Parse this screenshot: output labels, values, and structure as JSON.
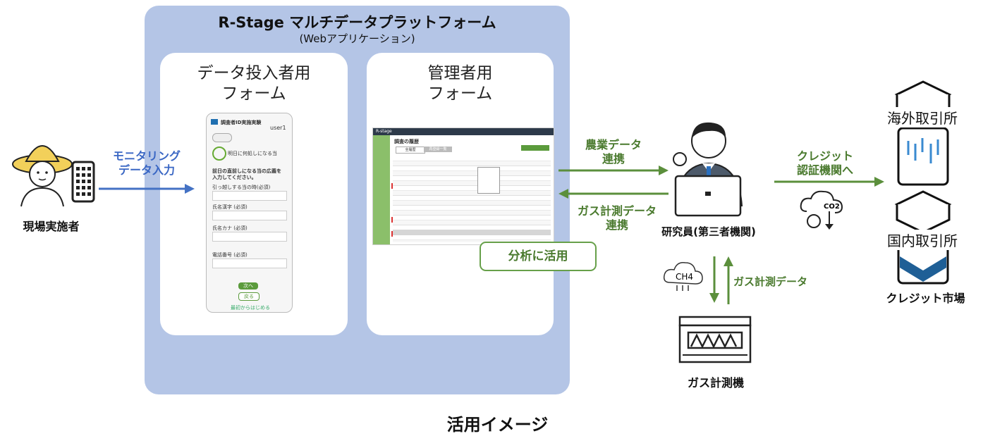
{
  "platform": {
    "title": "R-Stage マルチデータプラットフォーム",
    "subtitle": "(Webアプリケーション)"
  },
  "forms": {
    "input_form": "データ投入者用\nフォーム",
    "admin_form": "管理者用\nフォーム"
  },
  "actors": {
    "field_worker": "現場実施者",
    "researcher": "研究員(第三者機関)",
    "gas_meter": "ガス計測機",
    "market": "クレジット市場"
  },
  "flows": {
    "monitoring_input": "モニタリング\nデータ入力",
    "agri_data": "農業データ\n連携",
    "gas_data_link": "ガス計測データ\n連携",
    "credit_cert": "クレジット\n認証機関へ",
    "gas_data": "ガス計測データ"
  },
  "callout": "分析に活用",
  "exchanges": {
    "overseas": "海外取引所",
    "domestic": "国内取引所"
  },
  "icons": {
    "co2": "CO2",
    "ch4": "CH4"
  },
  "caption": "活用イメージ",
  "phone_screen": {
    "header": "調査者ID実施実験",
    "user": "user1",
    "step_label": "明日に何処しになる当",
    "question": "前日の直前しになる当の広義を入力してください。",
    "field1": "引っ越しする当の時(必須)",
    "field2": "氏名漢字 (必須)",
    "field3": "氏名カナ (必須)",
    "field4": "電話番号 (必須)",
    "btn_next": "次へ",
    "btn_back": "戻る",
    "link": "最初からはじめる"
  },
  "admin_screen": {
    "brand": "R-stage",
    "page_title": "調査の履歴",
    "tab1": "全履歴",
    "tab2": "再登録一覧"
  },
  "colors": {
    "platform_bg": "#b4c5e6",
    "green": "#5b8f3c",
    "blue": "#4472c4"
  }
}
